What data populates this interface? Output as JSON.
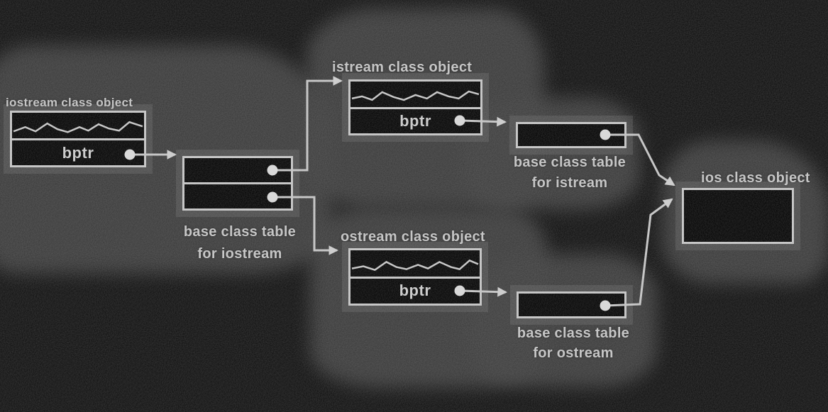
{
  "figure": {
    "nodes": {
      "iostream_object": {
        "title": "iostream class object",
        "pointer_field": "bptr"
      },
      "iostream_table": {
        "line1": "base class table",
        "line2": "for iostream",
        "slots": 2
      },
      "istream_object": {
        "title": "istream class object",
        "pointer_field": "bptr"
      },
      "istream_table": {
        "line1": "base class table",
        "line2": "for istream",
        "slots": 1
      },
      "ostream_object": {
        "title": "ostream class object",
        "pointer_field": "bptr"
      },
      "ostream_table": {
        "line1": "base class table",
        "line2": "for ostream",
        "slots": 1
      },
      "ios_object": {
        "title": "ios class object"
      }
    },
    "edges": [
      {
        "from": "iostream class object / bptr",
        "to": "base class table for iostream"
      },
      {
        "from": "base class table for iostream / slot 1",
        "to": "istream class object"
      },
      {
        "from": "base class table for iostream / slot 2",
        "to": "ostream class object"
      },
      {
        "from": "istream class object / bptr",
        "to": "base class table for istream"
      },
      {
        "from": "base class table for istream / slot 1",
        "to": "ios class object"
      },
      {
        "from": "ostream class object / bptr",
        "to": "base class table for ostream"
      },
      {
        "from": "base class table for ostream / slot 1",
        "to": "ios class object"
      }
    ],
    "colors": {
      "background": "#0d0d0d",
      "blob": "#3c3c3c",
      "line": "#c7c7c7",
      "box_fill": "#000000",
      "text": "#c6c6c6",
      "bullet": "#dcdcdc"
    }
  }
}
